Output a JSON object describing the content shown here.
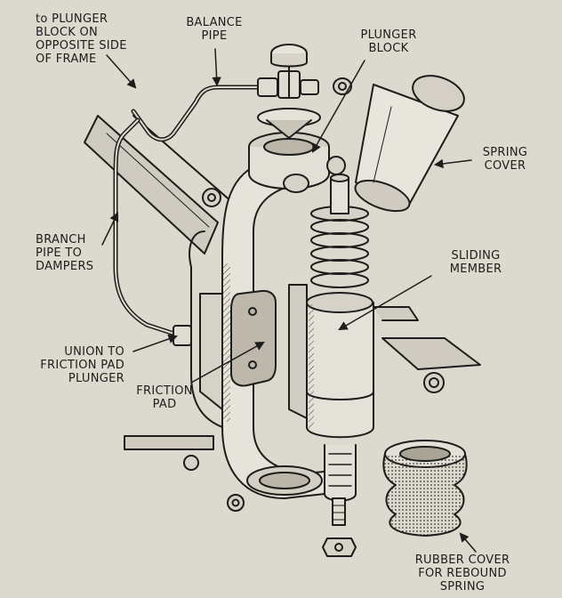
{
  "labels": {
    "plunger_opposite": [
      "to PLUNGER",
      "BLOCK ON",
      "OPPOSITE SIDE",
      "OF FRAME"
    ],
    "balance_pipe": [
      "BALANCE",
      "PIPE"
    ],
    "plunger_block": [
      "PLUNGER",
      "BLOCK"
    ],
    "spring_cover": [
      "SPRING",
      "COVER"
    ],
    "branch_pipe": [
      "BRANCH",
      "PIPE TO",
      "DAMPERS"
    ],
    "sliding_member": [
      "SLIDING",
      "MEMBER"
    ],
    "union": [
      "UNION TO",
      "FRICTION PAD",
      "PLUNGER"
    ],
    "friction_pad": [
      "FRICTION",
      "PAD"
    ],
    "rubber_cover": [
      "RUBBER COVER",
      "FOR REBOUND",
      "SPRING"
    ]
  }
}
